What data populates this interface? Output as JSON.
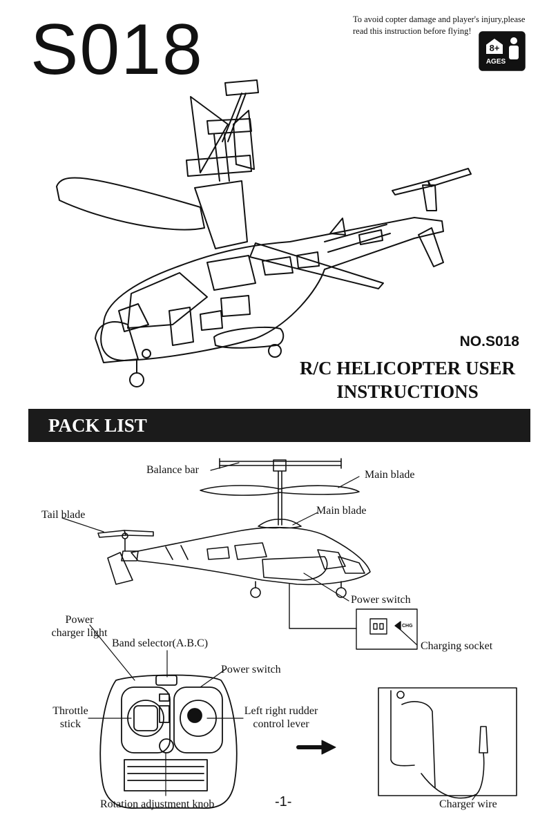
{
  "header": {
    "model_title": "S018",
    "warning": "To avoid copter damage and player's injury,please read this instruction before flying!",
    "age_badge": {
      "age": "8+",
      "caption": "AGES",
      "icon": "child-figure-icon"
    }
  },
  "cover": {
    "model_number": "NO.S018",
    "title_line1": "R/C HELICOPTER USER",
    "title_line2": "INSTRUCTIONS"
  },
  "pack_list": {
    "section_title": "PACK LIST",
    "helicopter_labels": {
      "balance_bar": "Balance bar",
      "main_blade_upper": "Main blade",
      "main_blade_lower": "Main blade",
      "tail_blade": "Tail blade",
      "power_switch": "Power switch",
      "charging_socket": "Charging socket",
      "chg_marking": "CHG"
    },
    "controller_labels": {
      "power_charger_light_line1": "Power",
      "power_charger_light_line2": "charger light",
      "band_selector": "Band selector(A.B.C)",
      "power_switch": "Power switch",
      "throttle_line1": "Throttle",
      "throttle_line2": "stick",
      "rudder_line1": "Left right rudder",
      "rudder_line2": "control lever",
      "rotation_knob": "Rotation adjustment knob",
      "charger_wire": "Charger wire"
    }
  },
  "footer": {
    "page_number": "-1-"
  }
}
